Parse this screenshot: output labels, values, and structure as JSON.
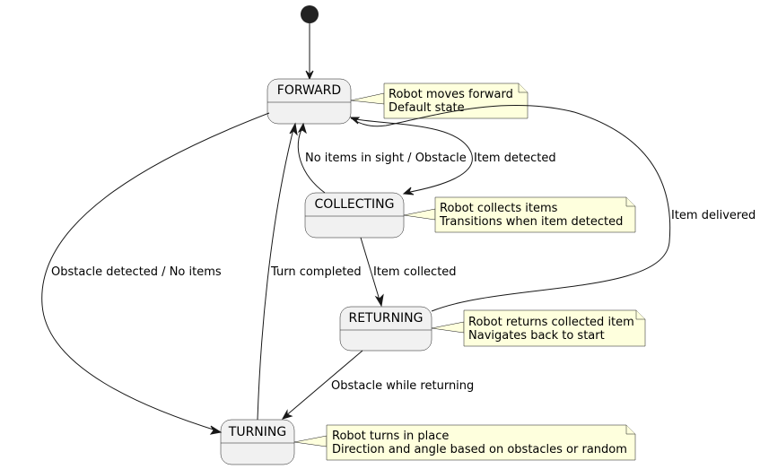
{
  "states": {
    "forward": "FORWARD",
    "collecting": "COLLECTING",
    "returning": "RETURNING",
    "turning": "TURNING"
  },
  "notes": {
    "forward": [
      "Robot moves forward",
      "Default state"
    ],
    "collecting": [
      "Robot collects items",
      "Transitions when item detected"
    ],
    "returning": [
      "Robot returns collected item",
      "Navigates back to start"
    ],
    "turning": [
      "Robot turns in place",
      "Direction and angle based on obstacles or random"
    ]
  },
  "transitions": {
    "forward_to_collecting": "Item detected",
    "collecting_to_forward": "No items in sight / Obstacle",
    "collecting_to_returning": "Item collected",
    "returning_to_forward": "Item delivered",
    "forward_to_turning": "Obstacle detected / No items",
    "turning_to_forward": "Turn completed",
    "returning_to_turning": "Obstacle while returning"
  },
  "colors": {
    "state_fill": "#f1f1f1",
    "note_fill": "#feffdd",
    "line": "#181818"
  }
}
